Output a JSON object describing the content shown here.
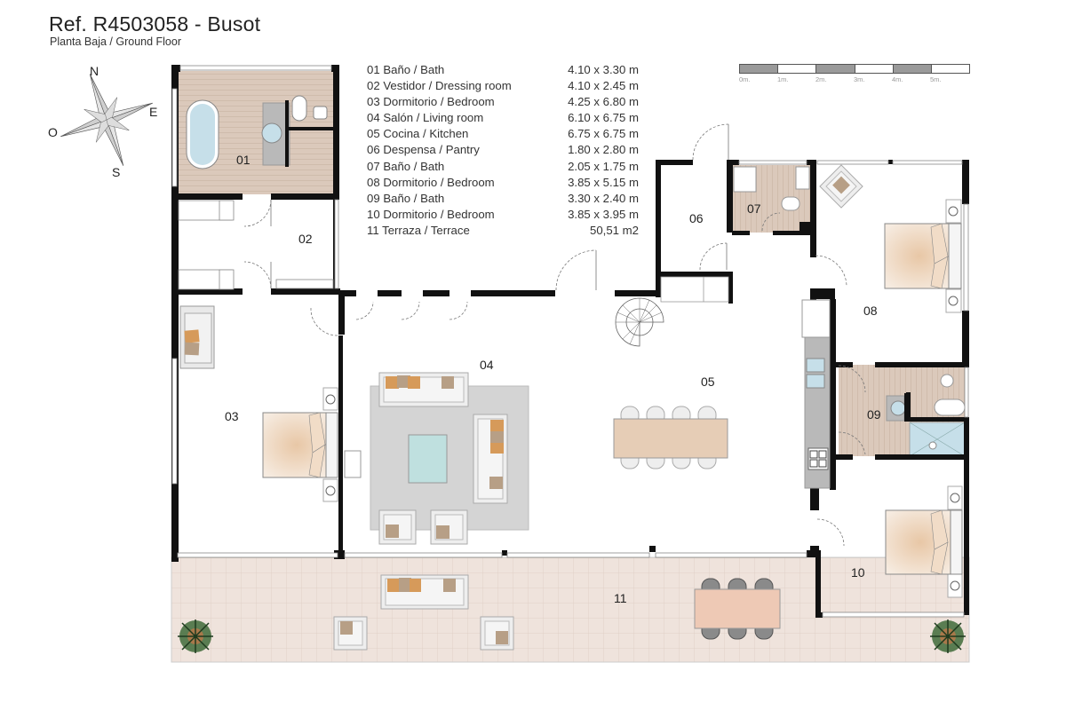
{
  "header": {
    "title": "Ref. R4503058 - Busot",
    "subtitle": "Planta Baja / Ground Floor"
  },
  "legend": [
    {
      "name": "01 Baño / Bath",
      "size": "4.10 x 3.30 m"
    },
    {
      "name": "02 Vestidor / Dressing room",
      "size": "4.10 x 2.45 m"
    },
    {
      "name": "03 Dormitorio / Bedroom",
      "size": "4.25 x 6.80 m"
    },
    {
      "name": "04 Salón / Living room",
      "size": "6.10 x 6.75 m"
    },
    {
      "name": "05 Cocina / Kitchen",
      "size": "6.75 x 6.75 m"
    },
    {
      "name": "06 Despensa / Pantry",
      "size": "1.80 x 2.80 m"
    },
    {
      "name": "07 Baño / Bath",
      "size": "2.05 x 1.75 m"
    },
    {
      "name": "08 Dormitorio / Bedroom",
      "size": "3.85 x 5.15 m"
    },
    {
      "name": "09 Baño / Bath",
      "size": "3.30 x 2.40 m"
    },
    {
      "name": "10 Dormitorio / Bedroom",
      "size": "3.85 x 3.95 m"
    },
    {
      "name": "11 Terraza / Terrace",
      "size": "50,51 m2"
    }
  ],
  "scale": {
    "labels": [
      "0m.",
      "1m.",
      "2m.",
      "3m.",
      "4m.",
      "5m."
    ],
    "dark_color": "#9a9a9a",
    "light_color": "#ffffff"
  },
  "compass": {
    "north": "N",
    "east": "E",
    "south": "S",
    "west": "O"
  },
  "rooms": {
    "r01": "01",
    "r02": "02",
    "r03": "03",
    "r04": "04",
    "r05": "05",
    "r06": "06",
    "r07": "07",
    "r08": "08",
    "r09": "09",
    "r10": "10",
    "r11": "11"
  },
  "colors": {
    "wall": "#111111",
    "wood_floor": "#d9c7b8",
    "terrace_floor": "#efe3dc",
    "counter": "#b9b9b9",
    "rug": "#cfcfcf",
    "water": "#c6e0ea",
    "cushion_orange": "#d69a5a",
    "cushion_taupe": "#b79f86",
    "bed_blanket": "#ecd2b6",
    "table_wood": "#e6cdb6",
    "plant": "#3f6b3a"
  }
}
